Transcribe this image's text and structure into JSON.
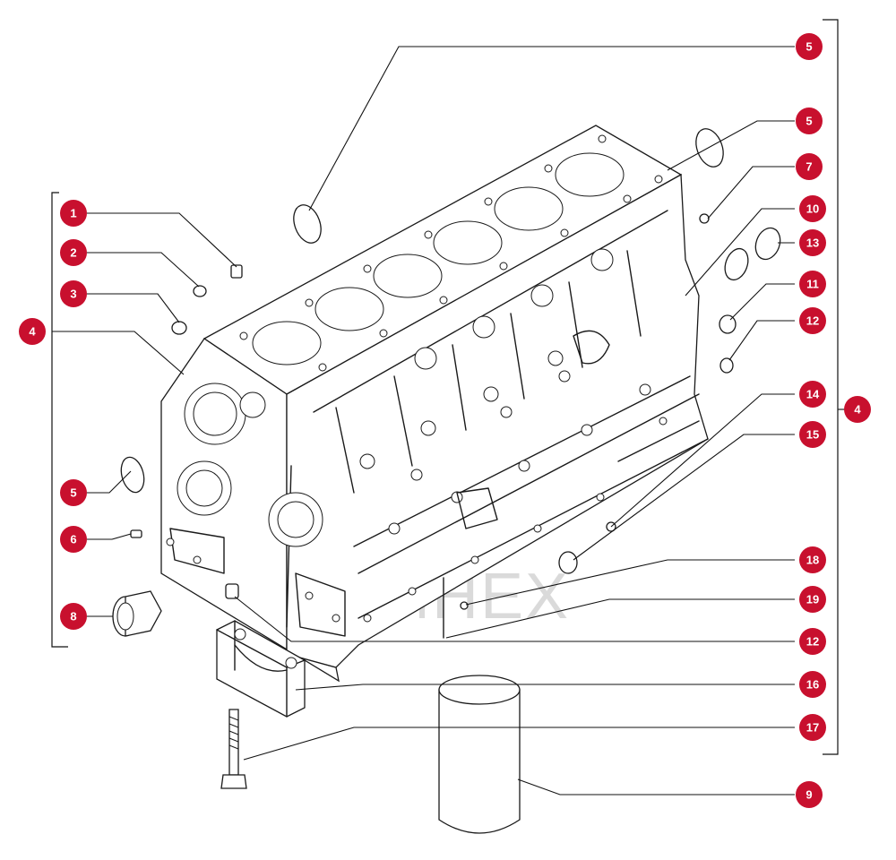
{
  "watermark": {
    "text": "MHEX",
    "color": "#bdbdbd",
    "logo_color": "#e8a0a0"
  },
  "colors": {
    "callout": "#c8102e",
    "line": "#111111"
  },
  "callouts": [
    {
      "id": "c1",
      "label": "1"
    },
    {
      "id": "c2",
      "label": "2"
    },
    {
      "id": "c3",
      "label": "3"
    },
    {
      "id": "c4l",
      "label": "4"
    },
    {
      "id": "c5l",
      "label": "5"
    },
    {
      "id": "c6",
      "label": "6"
    },
    {
      "id": "c8",
      "label": "8"
    },
    {
      "id": "c5a",
      "label": "5"
    },
    {
      "id": "c5b",
      "label": "5"
    },
    {
      "id": "c7",
      "label": "7"
    },
    {
      "id": "c10",
      "label": "10"
    },
    {
      "id": "c13",
      "label": "13"
    },
    {
      "id": "c11",
      "label": "11"
    },
    {
      "id": "c12a",
      "label": "12"
    },
    {
      "id": "c14",
      "label": "14"
    },
    {
      "id": "c4r",
      "label": "4"
    },
    {
      "id": "c15",
      "label": "15"
    },
    {
      "id": "c18",
      "label": "18"
    },
    {
      "id": "c19",
      "label": "19"
    },
    {
      "id": "c12b",
      "label": "12"
    },
    {
      "id": "c16",
      "label": "16"
    },
    {
      "id": "c17",
      "label": "17"
    },
    {
      "id": "c9",
      "label": "9"
    }
  ]
}
